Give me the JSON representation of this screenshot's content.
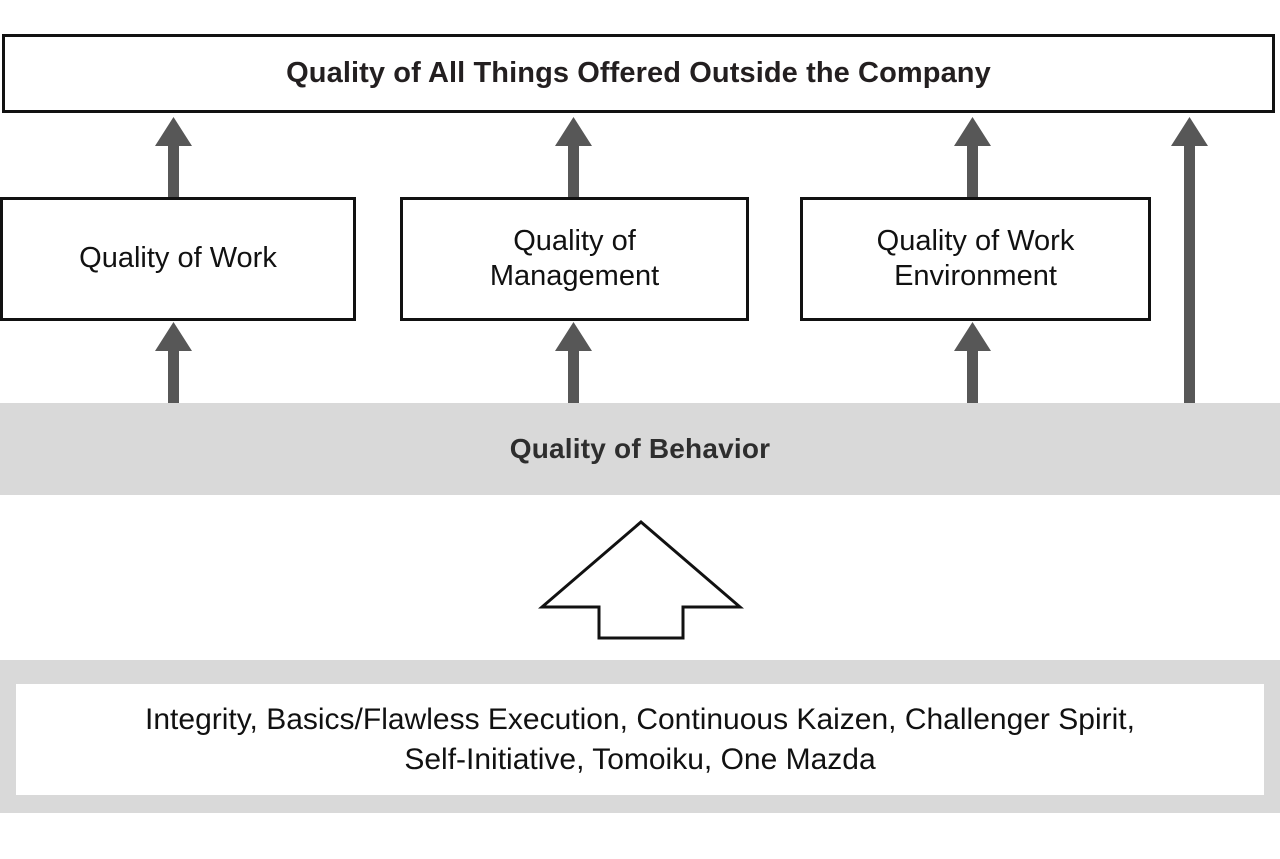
{
  "diagram": {
    "title_banner": {
      "label": "Quality of All Things Offered Outside the Company"
    },
    "pillars": [
      {
        "label": "Quality of Work"
      },
      {
        "label": "Quality of\nManagement"
      },
      {
        "label": "Quality of Work\nEnvironment"
      }
    ],
    "foundation_band": {
      "label": "Quality of Behavior"
    },
    "values_panel": {
      "line1": "Integrity, Basics/Flawless Execution, Continuous Kaizen, Challenger Spirit,",
      "line2": "Self-Initiative, Tomoiku, One Mazda",
      "full_text": "Integrity, Basics/Flawless Execution, Continuous Kaizen, Challenger Spirit, Self-Initiative, Tomoiku, One Mazda"
    },
    "arrows": {
      "upper_row_count": 4,
      "lower_row_count": 3,
      "tall_bypass_count": 1,
      "hollow_center_count": 1,
      "direction": "up"
    },
    "colors": {
      "background": "#ffffff",
      "band_gray": "#d9d9d9",
      "arrow_gray": "#575757",
      "outline_black": "#111111",
      "title_text": "#231f20"
    }
  }
}
